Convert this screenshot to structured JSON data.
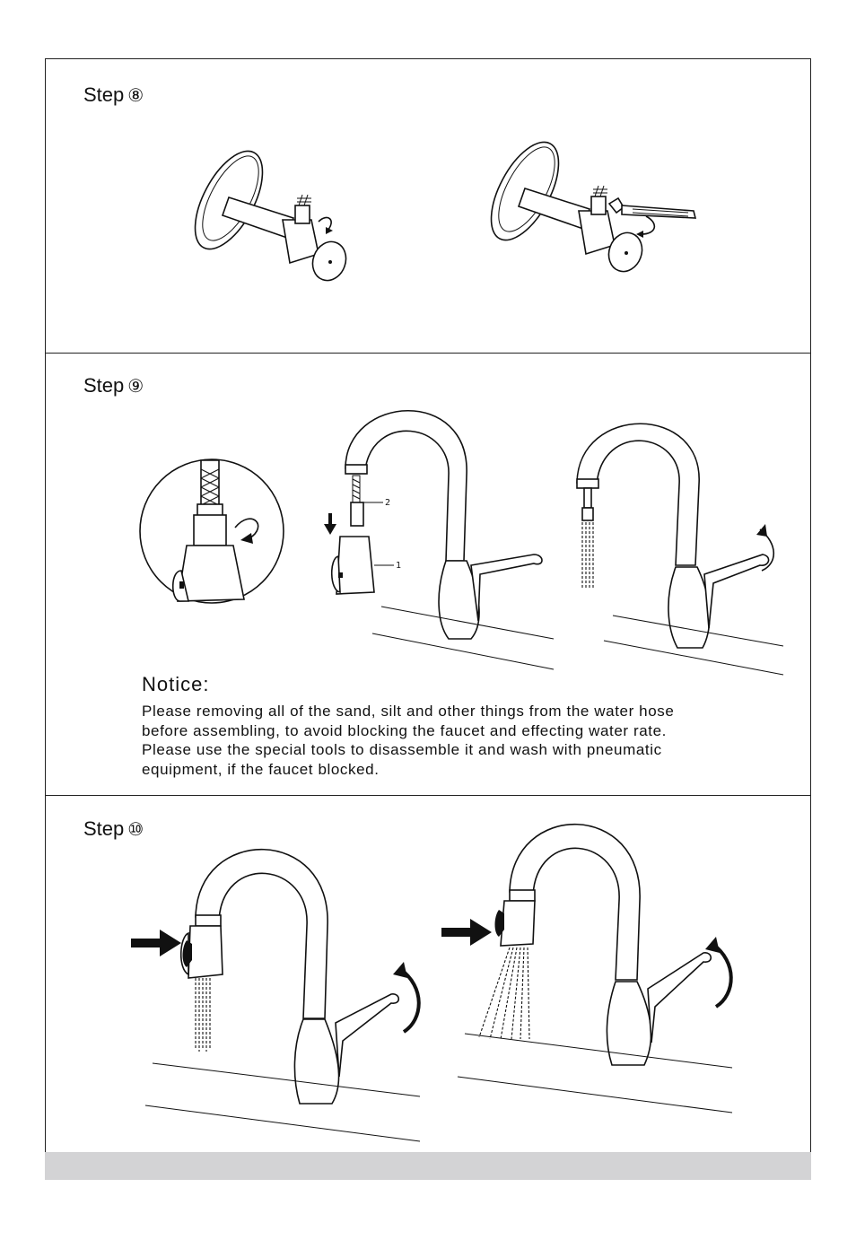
{
  "steps": [
    {
      "label": "Step",
      "number": "⑧"
    },
    {
      "label": "Step",
      "number": "⑨"
    },
    {
      "label": "Step",
      "number": "⑩"
    }
  ],
  "notice": {
    "title": "Notice:",
    "lines": [
      "Please removing all of the sand, silt and other things from the water hose",
      "before assembling,   to avoid blocking the faucet and effecting water rate.",
      "Please use the special tools to disassemble it and wash with pneumatic",
      "equipment, if the faucet blocked."
    ]
  },
  "callouts": {
    "one": "1",
    "two": "2"
  },
  "icons": [
    "angle-valve-icon",
    "wrench-icon",
    "rotate-arrow-icon",
    "down-arrow-icon",
    "push-arrow-icon",
    "faucet-icon",
    "spray-icon"
  ]
}
